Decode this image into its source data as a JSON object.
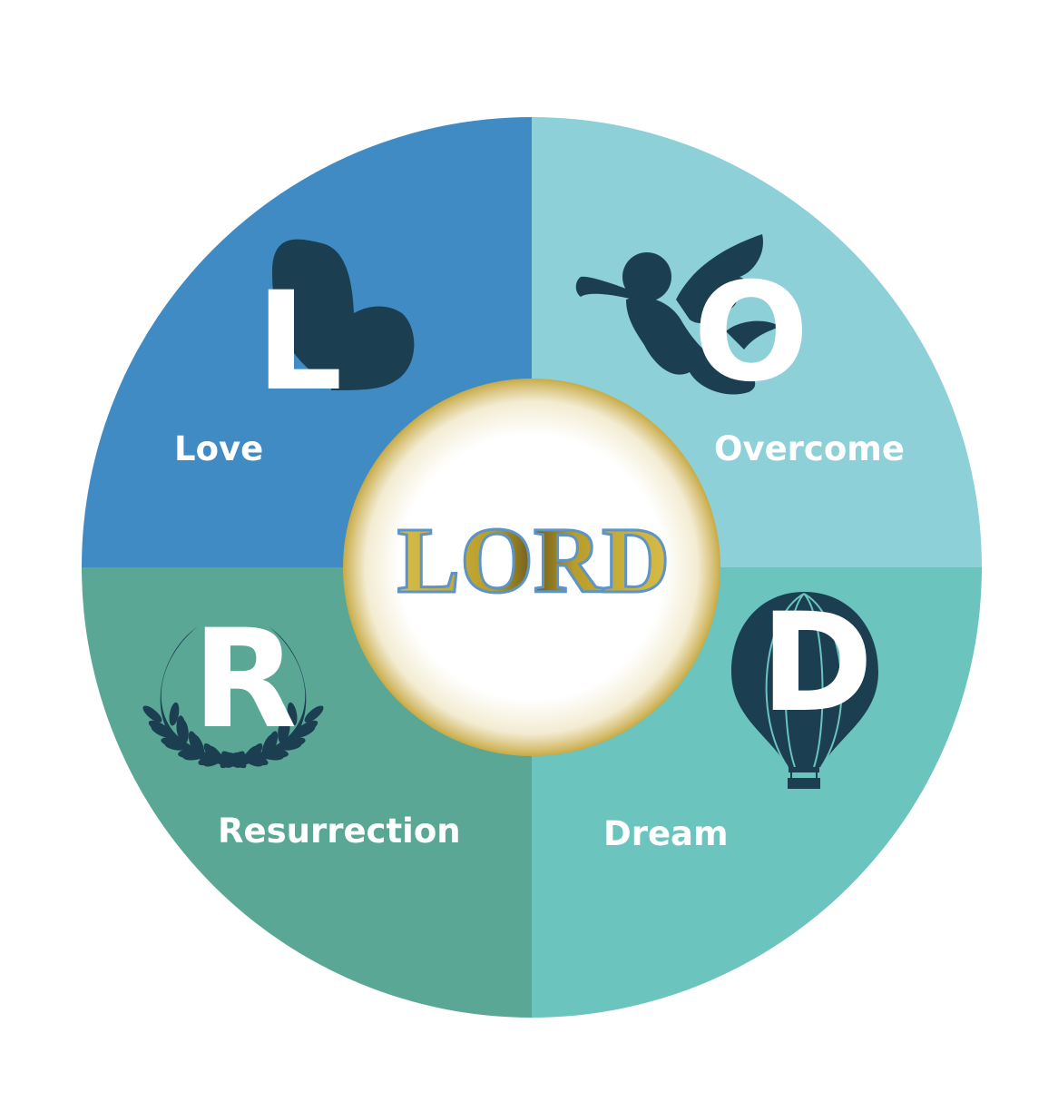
{
  "center": {
    "word": "LORD"
  },
  "quadrants": [
    {
      "id": "love",
      "letter": "L",
      "label": "Love",
      "icon": "heart-icon",
      "color": "#418bc4"
    },
    {
      "id": "overcome",
      "letter": "O",
      "label": "Overcome",
      "icon": "angel-trumpet-icon",
      "color": "#8dd0d8"
    },
    {
      "id": "resurrection",
      "letter": "R",
      "label": "Resurrection",
      "icon": "laurel-wreath-icon",
      "color": "#5ba796"
    },
    {
      "id": "dream",
      "letter": "D",
      "label": "Dream",
      "icon": "hot-air-balloon-icon",
      "color": "#6bc4bd"
    }
  ],
  "colors": {
    "icon": "#1b3f51",
    "gold": "#c4aa3a",
    "letter_outline": "#5c94c8"
  }
}
